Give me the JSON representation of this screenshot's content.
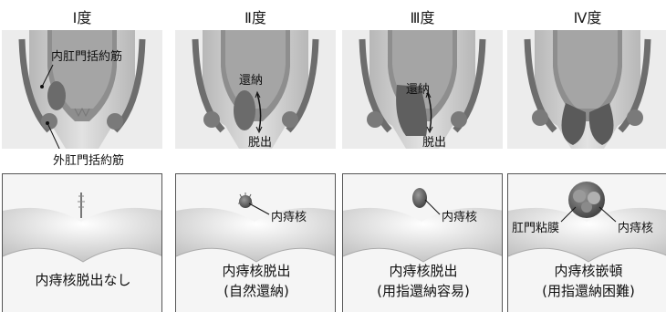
{
  "grades": [
    {
      "grade": "Ⅰ度",
      "top_labels": {
        "internal_sphincter": "内肛門括約筋",
        "external_sphincter": "外肛門括約筋"
      },
      "caption_line1": "内痔核脱出なし",
      "caption_line2": ""
    },
    {
      "grade": "Ⅱ度",
      "top_labels": {
        "reduction": "還納",
        "prolapse": "脱出"
      },
      "bottom_labels": {
        "hemorrhoid": "内痔核"
      },
      "caption_line1": "内痔核脱出",
      "caption_line2": "(自然還納)"
    },
    {
      "grade": "Ⅲ度",
      "top_labels": {
        "reduction": "還納",
        "prolapse": "脱出"
      },
      "bottom_labels": {
        "hemorrhoid": "内痔核"
      },
      "caption_line1": "内痔核脱出",
      "caption_line2": "(用指還納容易)"
    },
    {
      "grade": "Ⅳ度",
      "bottom_labels": {
        "mucosa": "肛門粘膜",
        "hemorrhoid": "内痔核"
      },
      "caption_line1": "内痔核嵌頓",
      "caption_line2": "(用指還納困難)"
    }
  ]
}
